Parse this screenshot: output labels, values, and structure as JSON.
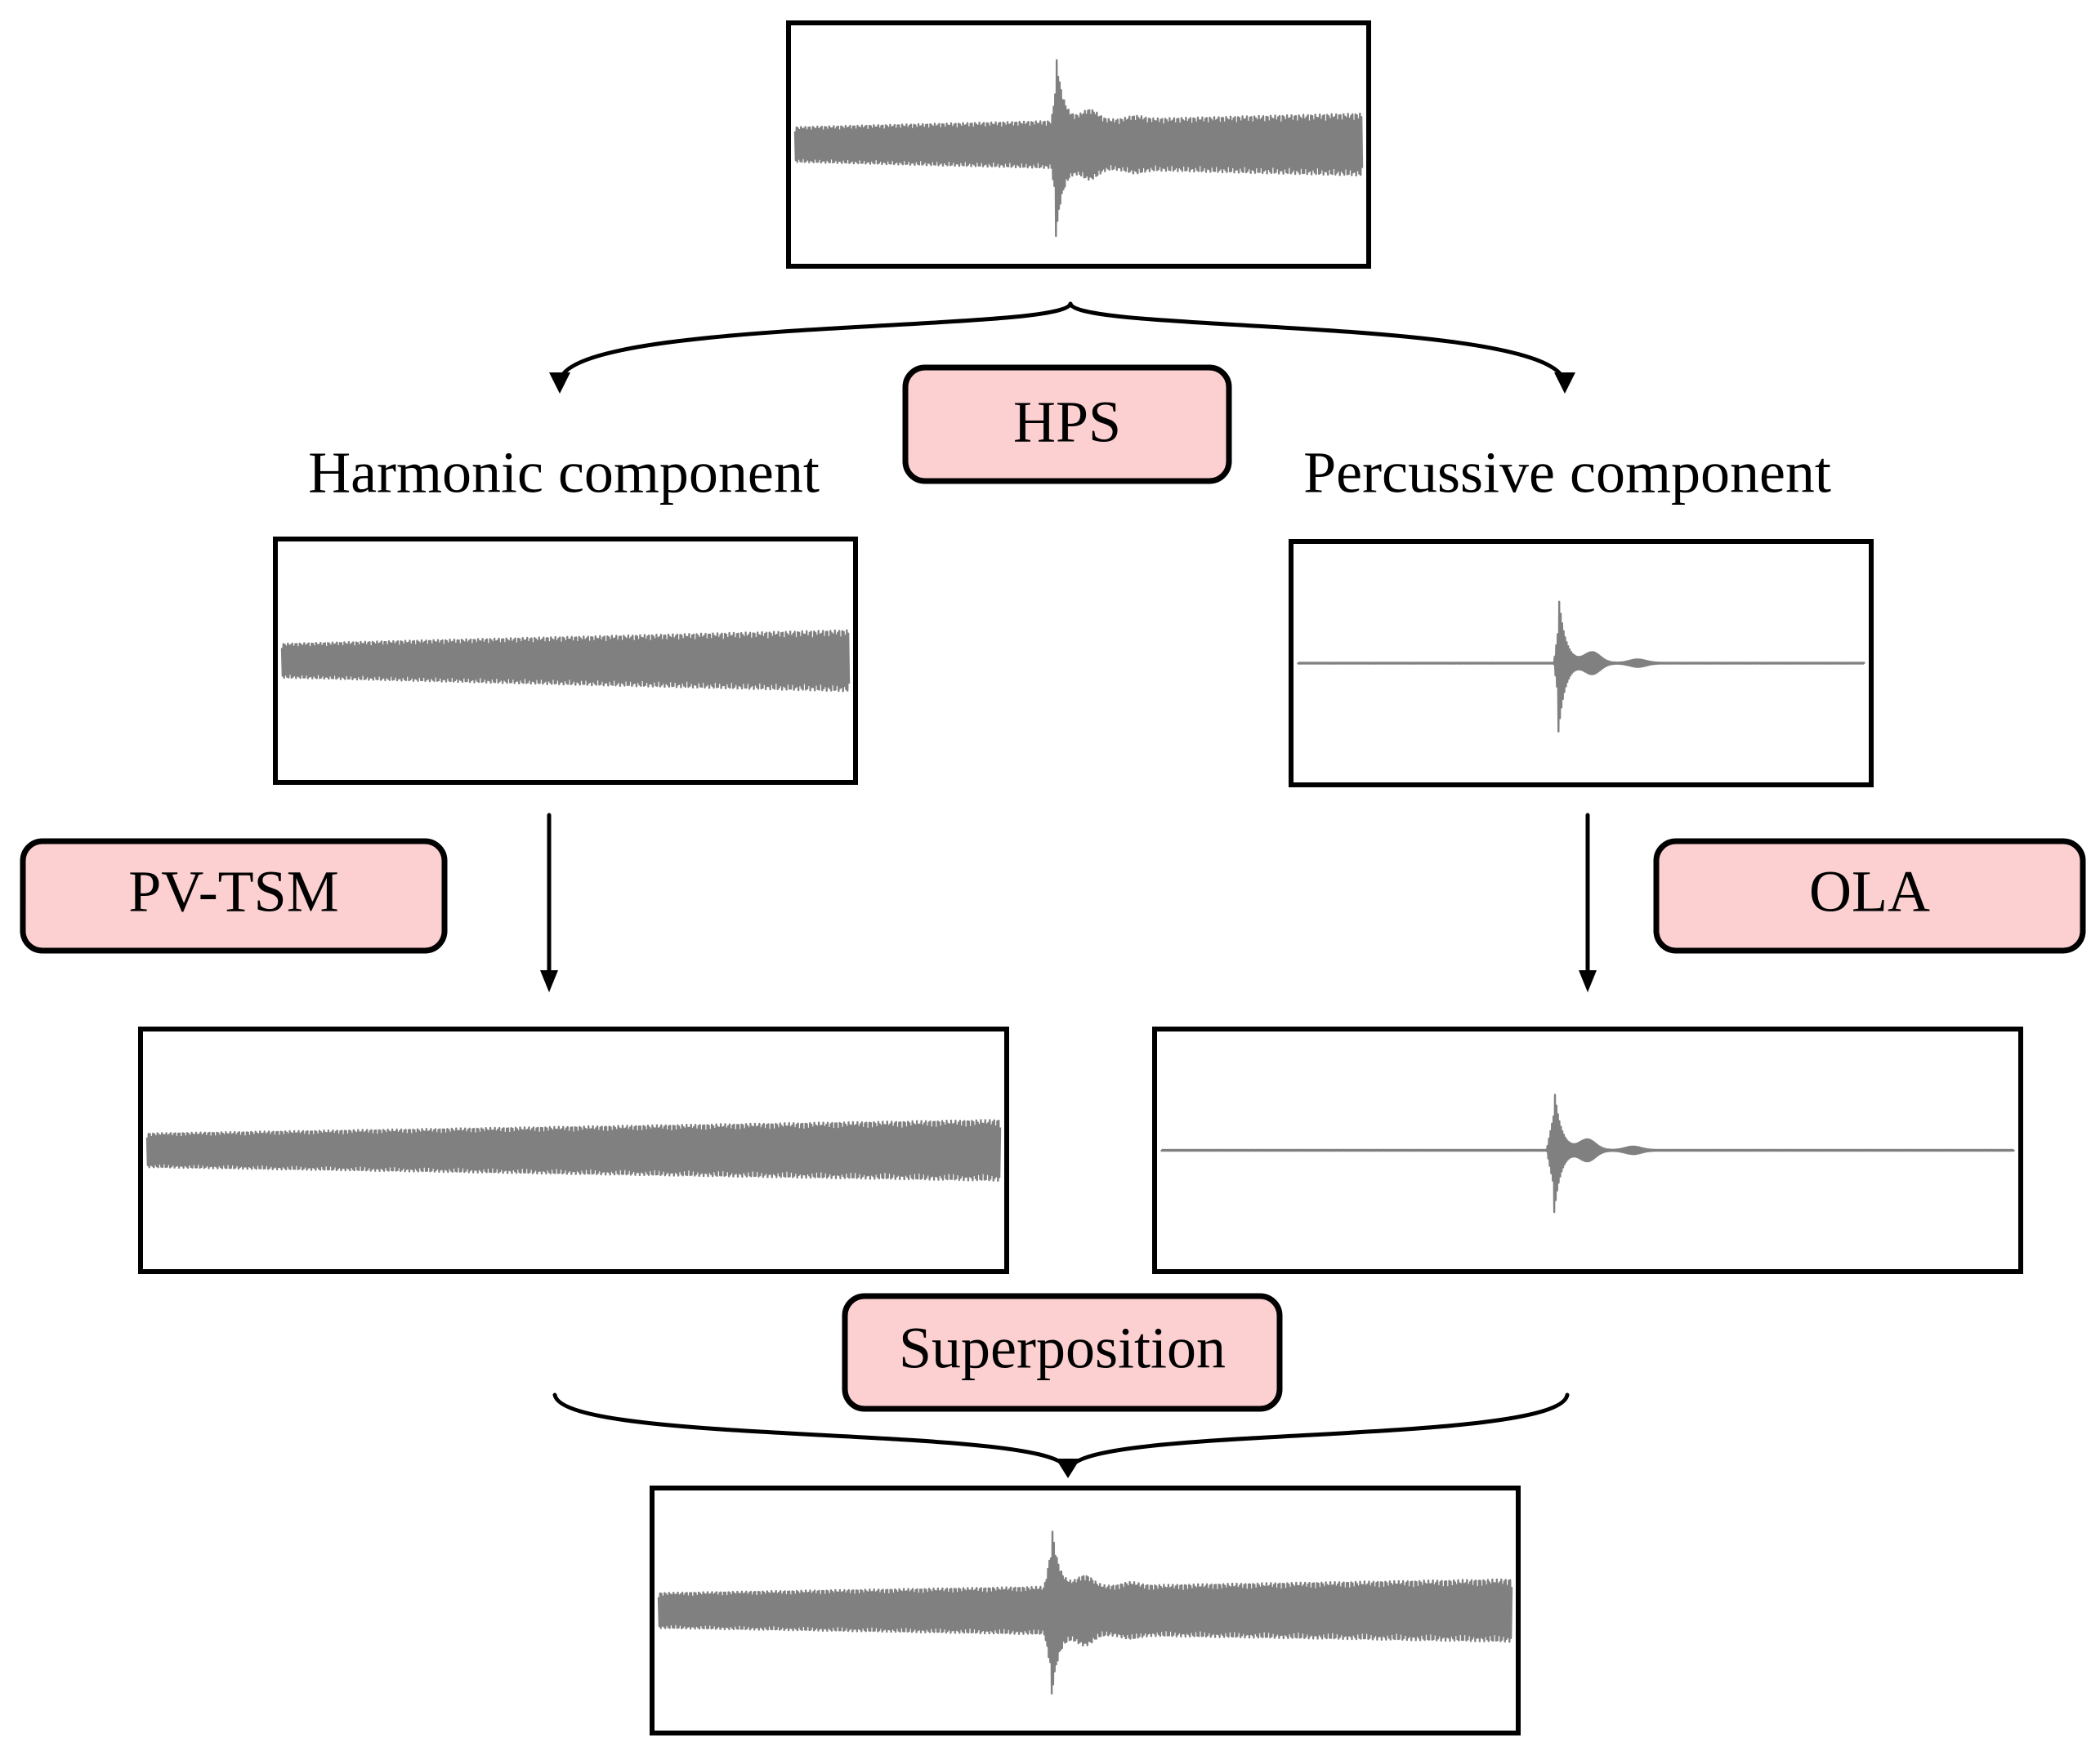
{
  "steps": {
    "hps": "HPS",
    "pv_tsm": "PV-TSM",
    "ola": "OLA",
    "superposition": "Superposition"
  },
  "components": {
    "harmonic": "Harmonic component",
    "percussive": "Percussive component"
  },
  "colors": {
    "step_fill": "#fcd0d0",
    "waveform": "#808080",
    "outline": "#000000"
  }
}
